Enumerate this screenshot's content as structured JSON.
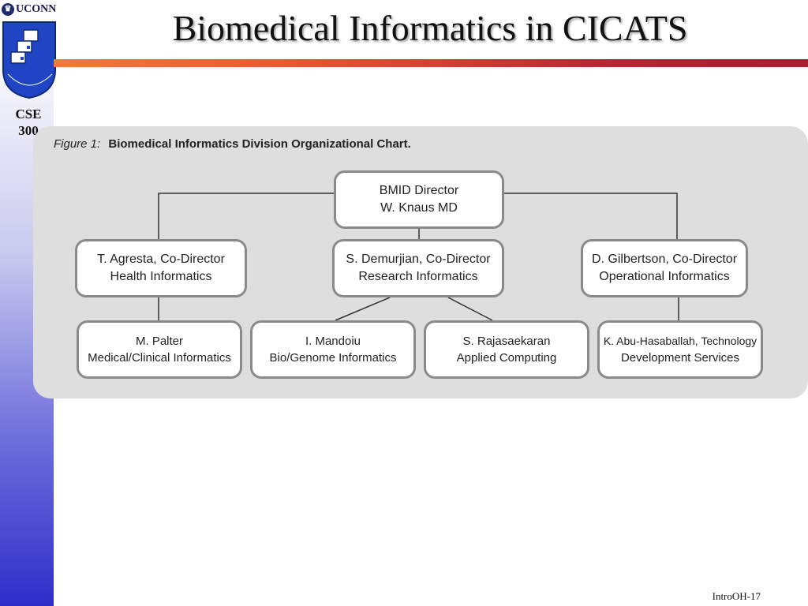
{
  "header": {
    "university": "UCONN",
    "course_line1": "CSE",
    "course_line2": "300",
    "title": "Biomedical Informatics in CICATS"
  },
  "figure": {
    "caption_label": "Figure 1:",
    "caption_text": "Biomedical Informatics Division Organizational Chart.",
    "nodes": {
      "director": {
        "line1": "BMID Director",
        "line2": "W. Knaus MD"
      },
      "agresta": {
        "line1": "T. Agresta, Co-Director",
        "line2": "Health Informatics"
      },
      "demurjian": {
        "line1": "S. Demurjian, Co-Director",
        "line2": "Research Informatics"
      },
      "gilbertson": {
        "line1": "D. Gilbertson, Co-Director",
        "line2": "Operational Informatics"
      },
      "palter": {
        "line1": "M. Palter",
        "line2": "Medical/Clinical Informatics"
      },
      "mandoiu": {
        "line1": "I. Mandoiu",
        "line2": "Bio/Genome Informatics"
      },
      "rajasaekaran": {
        "line1": "S. Rajasaekaran",
        "line2": "Applied Computing"
      },
      "abu": {
        "line1": "K. Abu-Hasaballah, Technology",
        "line2": "Development Services"
      }
    }
  },
  "footer": {
    "slide_number": "IntroOH-17"
  },
  "colors": {
    "accent_bar": "#b52432",
    "sidebar_bottom": "#2e2ec9",
    "node_border": "#8a8a8a"
  }
}
